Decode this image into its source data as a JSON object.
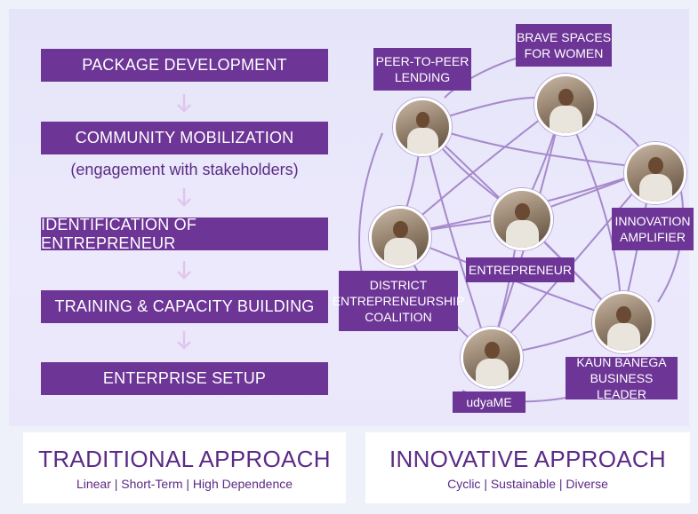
{
  "traditional": {
    "steps": [
      "PACKAGE DEVELOPMENT",
      "COMMUNITY MOBILIZATION",
      "IDENTIFICATION OF ENTREPRENEUR",
      "TRAINING & CAPACITY BUILDING",
      "ENTERPRISE SETUP"
    ],
    "note": "(engagement with stakeholders)",
    "title": "TRADITIONAL APPROACH",
    "subtitle": "Linear | Short-Term | High Dependence"
  },
  "innovative": {
    "nodes": {
      "peer": [
        "PEER-TO-PEER",
        "LENDING"
      ],
      "brave": [
        "BRAVE SPACES",
        "FOR WOMEN"
      ],
      "amplifier": [
        "INNOVATION",
        "AMPLIFIER"
      ],
      "entrepreneur": [
        "ENTREPRENEUR"
      ],
      "district": [
        "DISTRICT",
        "ENTREPRENEURSHIP",
        "COALITION"
      ],
      "kaun": [
        "KAUN BANEGA",
        "BUSINESS LEADER"
      ],
      "udyame": [
        "udyaME"
      ]
    },
    "title": "INNOVATIVE APPROACH",
    "subtitle": "Cyclic | Sustainable | Diverse"
  },
  "colors": {
    "accent": "#6d3596",
    "text": "#5b2a86",
    "arrow": "#e0c6ec",
    "line": "#9f7fc6"
  }
}
